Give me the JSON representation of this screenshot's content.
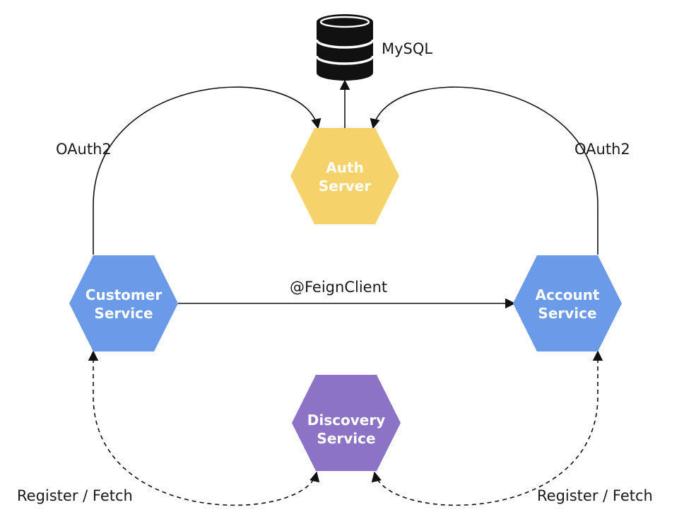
{
  "colors": {
    "auth": "#f5d26a",
    "customer": "#6a9ae8",
    "account": "#6a9ae8",
    "discovery": "#8d73c6",
    "database": "#111111",
    "edge": "#111111"
  },
  "nodes": {
    "auth": {
      "line1": "Auth",
      "line2": "Server"
    },
    "customer": {
      "line1": "Customer",
      "line2": "Service"
    },
    "account": {
      "line1": "Account",
      "line2": "Service"
    },
    "discovery": {
      "line1": "Discovery",
      "line2": "Service"
    }
  },
  "database": {
    "label": "MySQL",
    "icon": "database-icon"
  },
  "edges": {
    "oauth_left": "OAuth2",
    "oauth_right": "OAuth2",
    "feign": "@FeignClient",
    "register_left": "Register / Fetch",
    "register_right": "Register / Fetch"
  }
}
